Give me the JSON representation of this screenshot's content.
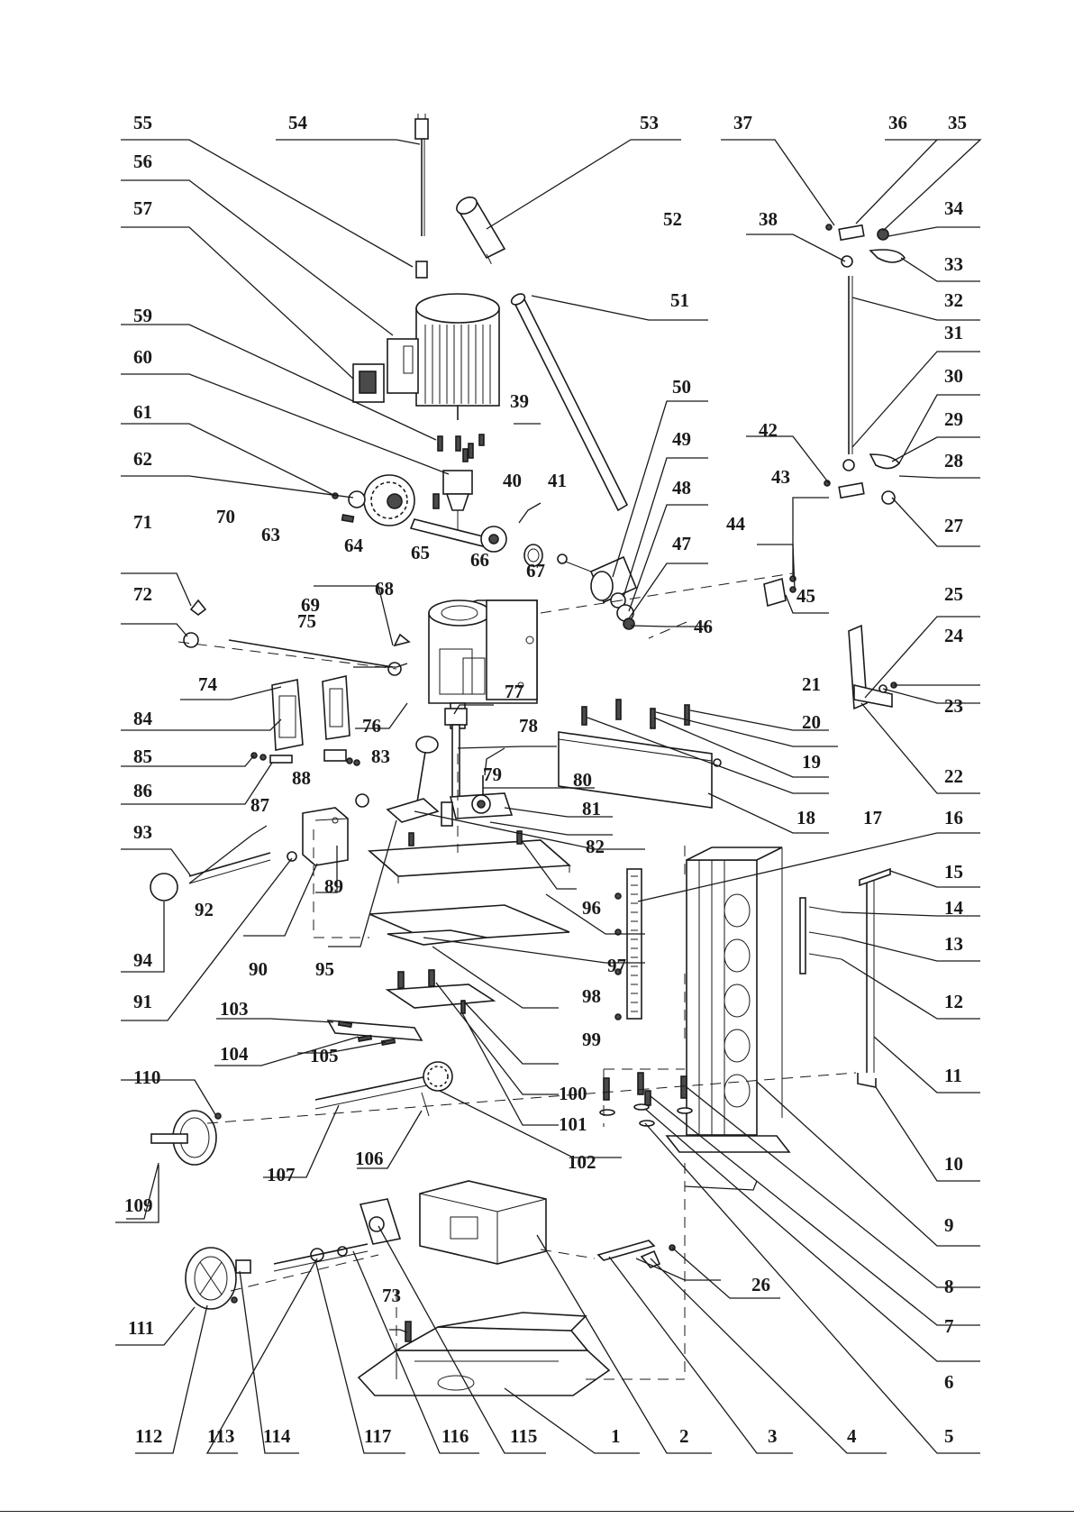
{
  "diagram": {
    "type": "exploded-parts-view",
    "part_numbers": [
      "55",
      "54",
      "53",
      "37",
      "36",
      "35",
      "56",
      "52",
      "34",
      "38",
      "33",
      "57",
      "32",
      "51",
      "59",
      "31",
      "60",
      "30",
      "39",
      "42",
      "29",
      "61",
      "50",
      "49",
      "43",
      "28",
      "40",
      "41",
      "62",
      "48",
      "27",
      "70",
      "44",
      "63",
      "64",
      "65",
      "66",
      "67",
      "47",
      "71",
      "69",
      "45",
      "72",
      "75",
      "68",
      "46",
      "25",
      "24",
      "74",
      "77",
      "84",
      "21",
      "23",
      "76",
      "78",
      "20",
      "85",
      "83",
      "19",
      "86",
      "88",
      "79",
      "80",
      "22",
      "87",
      "81",
      "18",
      "17",
      "16",
      "93",
      "82",
      "89",
      "96",
      "15",
      "14",
      "92",
      "94",
      "95",
      "97",
      "13",
      "90",
      "98",
      "91",
      "99",
      "12",
      "103",
      "104",
      "105",
      "11",
      "110",
      "100",
      "101",
      "106",
      "102",
      "10",
      "109",
      "107",
      "9",
      "73",
      "26",
      "8",
      "111",
      "7",
      "6",
      "112",
      "113",
      "114",
      "117",
      "116",
      "115",
      "1",
      "2",
      "3",
      "4",
      "5"
    ]
  }
}
